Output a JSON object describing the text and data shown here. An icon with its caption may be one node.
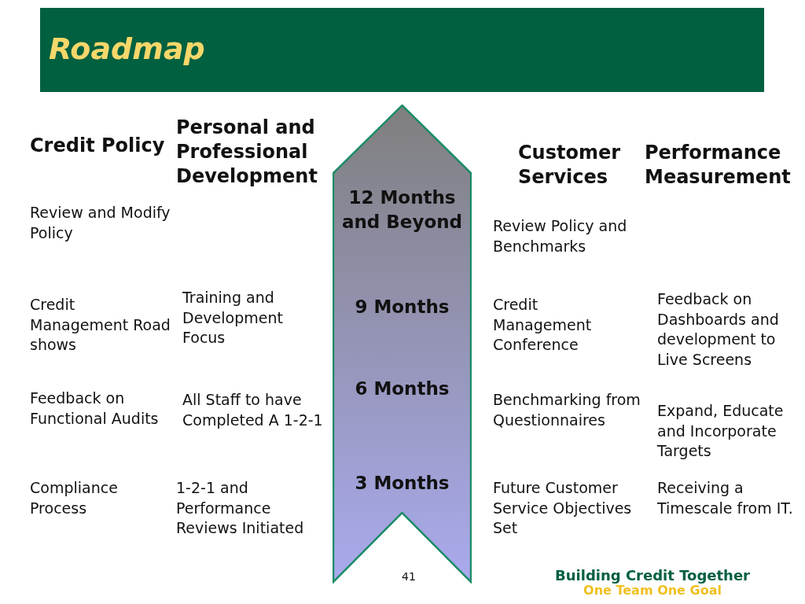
{
  "diagram": {
    "title": "Roadmap",
    "nodes": [
      {
        "text": [
          "12 Months and Beyond",
          "9 Months",
          "6 Months",
          "3 Months"
        ]
      }
    ],
    "edges": [],
    "labels": [
      "Credit Policy",
      "Personal and Professional Development",
      "Customer Services",
      "Performance Measurement",
      "Review and Modify Policy",
      "Review Policy and Benchmarks",
      "Credit Management Road shows",
      "Training and Development Focus",
      "Credit Management Conference",
      "Feedback on Dashboards and development to Live Screens",
      "Feedback on Functional Audits",
      "All Staff to have Completed A 1-2-1",
      "Benchmarking from Questionnaires",
      "Expand, Educate and Incorporate Targets",
      "Compliance Process",
      "1-2-1 and Performance Reviews Initiated",
      "Future Customer Service Objectives Set",
      "Receiving a Timescale from IT.",
      "41",
      "Building Credit Together",
      "One Team One Goal"
    ]
  }
}
